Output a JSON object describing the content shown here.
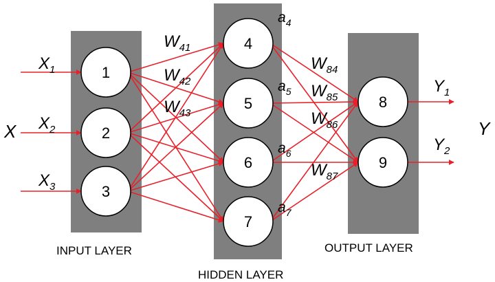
{
  "inputs": {
    "group_label": "X",
    "items": [
      {
        "sym": "X",
        "sub": "1"
      },
      {
        "sym": "X",
        "sub": "2"
      },
      {
        "sym": "X",
        "sub": "3"
      }
    ]
  },
  "outputs": {
    "group_label": "Y",
    "items": [
      {
        "sym": "Y",
        "sub": "1"
      },
      {
        "sym": "Y",
        "sub": "2"
      }
    ]
  },
  "layers": {
    "input": {
      "label": "INPUT LAYER",
      "nodes": [
        "1",
        "2",
        "3"
      ]
    },
    "hidden": {
      "label": "HIDDEN LAYER",
      "nodes": [
        "4",
        "5",
        "6",
        "7"
      ]
    },
    "output": {
      "label": "OUTPUT LAYER",
      "nodes": [
        "8",
        "9"
      ]
    }
  },
  "activations": [
    {
      "sym": "a",
      "sub": "4"
    },
    {
      "sym": "a",
      "sub": "5"
    },
    {
      "sym": "a",
      "sub": "6"
    },
    {
      "sym": "a",
      "sub": "7"
    }
  ],
  "weights_input_hidden": [
    {
      "sym": "W",
      "sub": "41"
    },
    {
      "sym": "W",
      "sub": "42"
    },
    {
      "sym": "W",
      "sub": "43"
    }
  ],
  "weights_hidden_output": [
    {
      "sym": "W",
      "sub": "84"
    },
    {
      "sym": "W",
      "sub": "85"
    },
    {
      "sym": "W",
      "sub": "86"
    },
    {
      "sym": "W",
      "sub": "87"
    }
  ],
  "colors": {
    "layer_fill": "#7f7f7f",
    "connection": "#e8202a",
    "node_fill": "#ffffff",
    "node_stroke": "#000000"
  }
}
